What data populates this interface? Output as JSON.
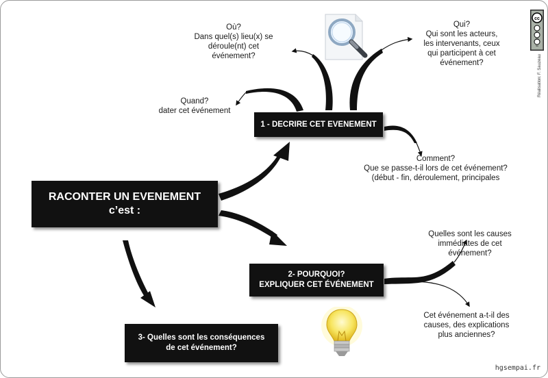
{
  "main": {
    "line1": "RACONTER UN EVENEMENT",
    "line2": "c’est :"
  },
  "step1": {
    "label": "1 - DECRIRE CET EVENEMENT"
  },
  "step2": {
    "line1": "2- POURQUOI?",
    "line2": "EXPLIQUER CET ÉVÉNEMENT"
  },
  "step3": {
    "line1": "3- Quelles sont les conséquences",
    "line2": "de cet événement?"
  },
  "notes": {
    "ou": [
      "Où?",
      "Dans quel(s) lieu(x) se",
      "déroule(nt) cet",
      "événement?"
    ],
    "qui": [
      "Qui?",
      "Qui sont les acteurs,",
      "les intervenants, ceux",
      "qui participent à cet",
      "événement?"
    ],
    "quand": [
      "Quand?",
      "dater cet événement"
    ],
    "comment": [
      "Comment?",
      "Que se passe-t-il lors de cet événement?",
      "(début - fin, déroulement, principales"
    ],
    "causes_immediates": [
      "Quelles sont les causes",
      "immédiates de cet",
      "événement?"
    ],
    "causes_anciennes": [
      "Cet événement a-t-il des",
      "causes, des explications",
      "plus anciennes?"
    ]
  },
  "credit": "Réalisation: F. Sauzeau",
  "site": "hgsempai.fr",
  "license_badge": {
    "text": [
      "cc",
      "BY",
      "NC",
      "SA"
    ],
    "icon": "creative-commons-badge"
  },
  "icons": {
    "magnifier": "magnifier-icon",
    "bulb": "lightbulb-icon"
  },
  "colors": {
    "box": "#111111",
    "text": "#ffffff",
    "connector": "#111111",
    "bulb": "#f5e050"
  }
}
